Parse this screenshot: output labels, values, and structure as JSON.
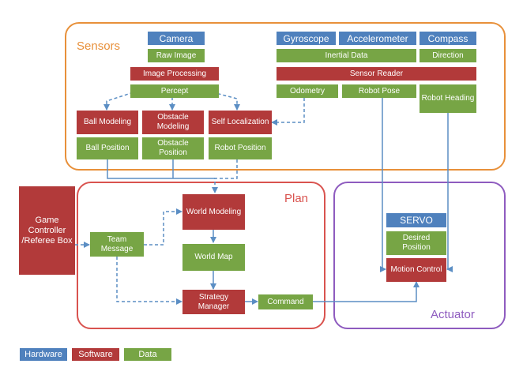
{
  "colors": {
    "hardware": "#4f81bd",
    "software": "#b23a3a",
    "data": "#77a545",
    "sensors_border": "#e8903a",
    "plan_border": "#d9534f",
    "actuator_border": "#8e5bbf",
    "arrow": "#5b8ec4"
  },
  "panels": {
    "sensors": "Sensors",
    "plan": "Plan",
    "actuator": "Actuator"
  },
  "sensors": {
    "camera": "Camera",
    "gyroscope": "Gyroscope",
    "accelerometer": "Accelerometer",
    "compass": "Compass",
    "raw_image": "Raw Image",
    "inertial_data": "Inertial Data",
    "direction": "Direction",
    "image_processing": "Image Processing",
    "sensor_reader": "Sensor Reader",
    "percept": "Percept",
    "odometry": "Odometry",
    "robot_pose": "Robot Pose",
    "robot_heading": "Robot Heading",
    "ball_modeling": "Ball Modeling",
    "obstacle_modeling": "Obstacle Modeling",
    "self_localization": "Self Localization",
    "ball_position": "Ball Position",
    "obstacle_position": "Obstacle Position",
    "robot_position": "Robot Position"
  },
  "plan": {
    "game_controller": "Game Controller /Referee Box",
    "team_message": "Team Message",
    "world_modeling": "World Modeling",
    "world_map": "World Map",
    "strategy_manager": "Strategy Manager",
    "command": "Command"
  },
  "actuator": {
    "servo": "SERVO",
    "desired_position": "Desired Position",
    "motion_control": "Motion Control"
  },
  "legend": {
    "hardware": "Hardware",
    "software": "Software",
    "data": "Data"
  }
}
